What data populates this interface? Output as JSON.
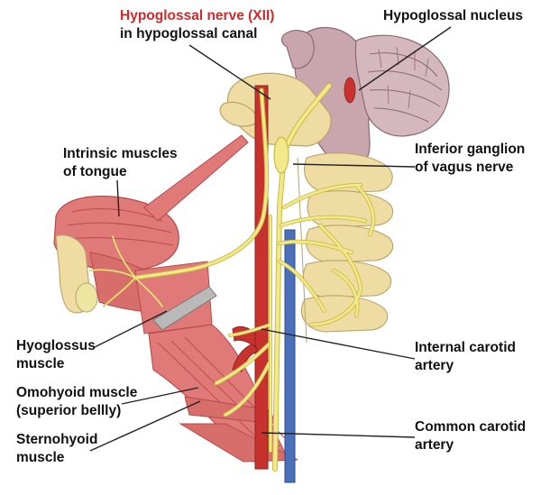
{
  "colors": {
    "nerve": "#f1e98a",
    "nerve_stroke": "#c9bb45",
    "artery": "#c8322e",
    "vein": "#4b6fb8",
    "muscle": "#e07a78",
    "muscle_dark": "#b84a4a",
    "bone": "#efdca3",
    "brainstem": "#c9a6ae",
    "leader": "#222222",
    "highlight_label": "#d22a2a",
    "label": "#111111"
  },
  "labels": {
    "hypoglossal_nerve_line1": "Hypoglossal nerve (XII)",
    "hypoglossal_nerve_line2": "in hypoglossal canal",
    "hypoglossal_nucleus": "Hypoglossal nucleus",
    "intrinsic_line1": "Intrinsic muscles",
    "intrinsic_line2": "of tongue",
    "inferior_ganglion_line1": "Inferior ganglion",
    "inferior_ganglion_line2": "of vagus nerve",
    "hyoglossus_line1": "Hyoglossus",
    "hyoglossus_line2": "muscle",
    "internal_carotid_line1": "Internal carotid",
    "internal_carotid_line2": "artery",
    "omohyoid_line1": "Omohyoid muscle",
    "omohyoid_line2": "(superior bellly)",
    "common_carotid_line1": "Common carotid",
    "common_carotid_line2": "artery",
    "sternohyoid_line1": "Sternohyoid",
    "sternohyoid_line2": "muscle"
  }
}
